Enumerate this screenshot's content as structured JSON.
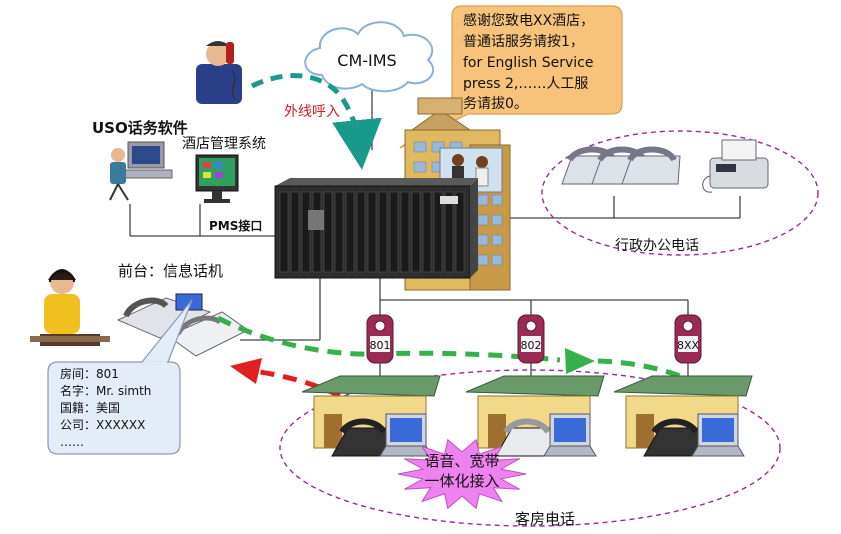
{
  "cloud_label": "CM-IMS",
  "callout": {
    "line1": "感谢您致电XX酒店，",
    "line2": "普通话服务请按1，",
    "line3": "for English Service",
    "line4": " press 2,……人工服",
    "line5": "务请拔0。"
  },
  "incoming_call_label": "外线呼入",
  "uso_label": "USO话务软件",
  "hotel_mgmt_label": "酒店管理系统",
  "pms_label": "PMS接口",
  "admin_phones_label": "行政办公电话",
  "front_desk_label": "前台：信息话机",
  "guest_info": {
    "row1": "房间：801",
    "row2": "名字：Mr. simth",
    "row3": "国籍：美国",
    "row4": "公司：XXXXXX",
    "row5": "……"
  },
  "room_tags": [
    "801",
    "802",
    "8XX"
  ],
  "star_line1": "语音、宽带",
  "star_line2": "一体化接入",
  "guest_rooms_label": "客房电话",
  "colors": {
    "teal_arrow": "#1a9a8a",
    "red_arrow": "#e02020",
    "green_arrow": "#35b04a",
    "callout_fill": "#f7c27a",
    "tag_fill": "#9b2a55",
    "star_fill": "#ee82ee",
    "house_roof": "#6a9a6a",
    "house_wall": "#f2d98a",
    "ellipse_stroke": "#9a2a9a"
  }
}
